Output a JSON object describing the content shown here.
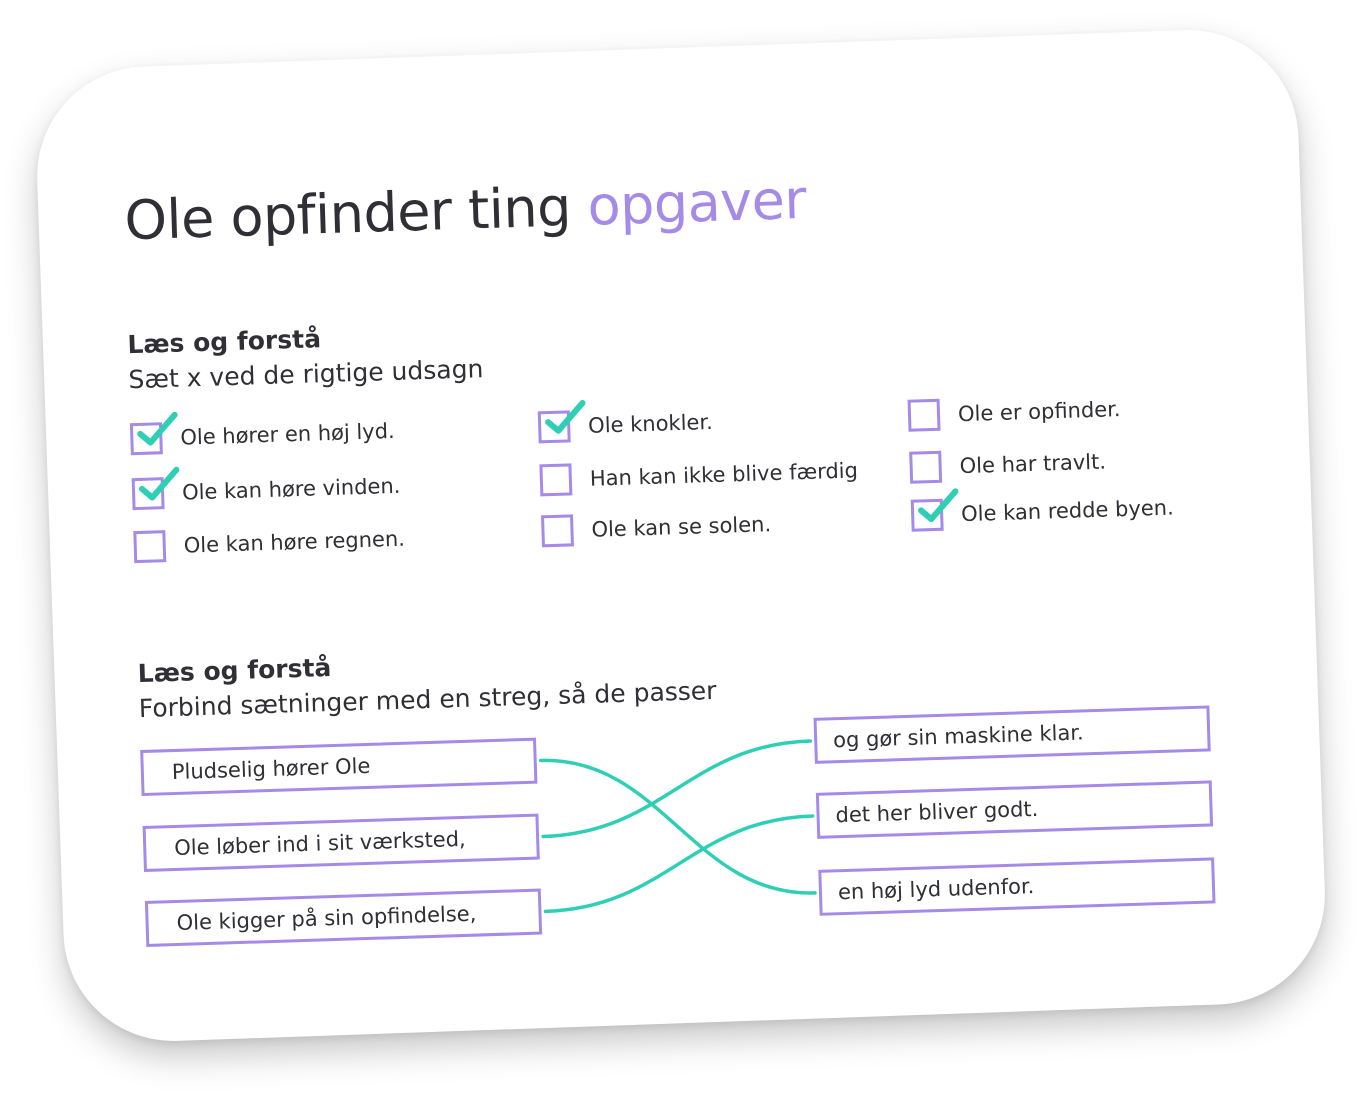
{
  "title": {
    "main": "Ole opfinder ting",
    "accent": "opgaver"
  },
  "colors": {
    "accent": "#a58ae8",
    "check": "#2ecfb5",
    "text": "#2f2f35"
  },
  "section1": {
    "heading": "Læs og forstå",
    "instruction": "Sæt x ved de rigtige udsagn",
    "items": [
      {
        "label": "Ole hører en høj lyd.",
        "checked": true
      },
      {
        "label": "Ole kan høre vinden.",
        "checked": true
      },
      {
        "label": "Ole kan høre regnen.",
        "checked": false
      },
      {
        "label": "Ole knokler.",
        "checked": true
      },
      {
        "label": "Han kan ikke blive færdig",
        "checked": false
      },
      {
        "label": "Ole kan se solen.",
        "checked": false
      },
      {
        "label": "Ole er opfinder.",
        "checked": false
      },
      {
        "label": "Ole har travlt.",
        "checked": false
      },
      {
        "label": "Ole kan redde byen.",
        "checked": true
      }
    ]
  },
  "section2": {
    "heading": "Læs og forstå",
    "instruction": "Forbind sætninger med en streg, så de passer",
    "left": [
      "Pludselig hører Ole",
      "Ole løber ind i sit værksted,",
      "Ole kigger på sin opfindelse,"
    ],
    "right": [
      "og gør sin maskine klar.",
      "det her bliver godt.",
      "en høj lyd udenfor."
    ],
    "connections": [
      [
        0,
        2
      ],
      [
        1,
        0
      ],
      [
        2,
        1
      ]
    ]
  }
}
